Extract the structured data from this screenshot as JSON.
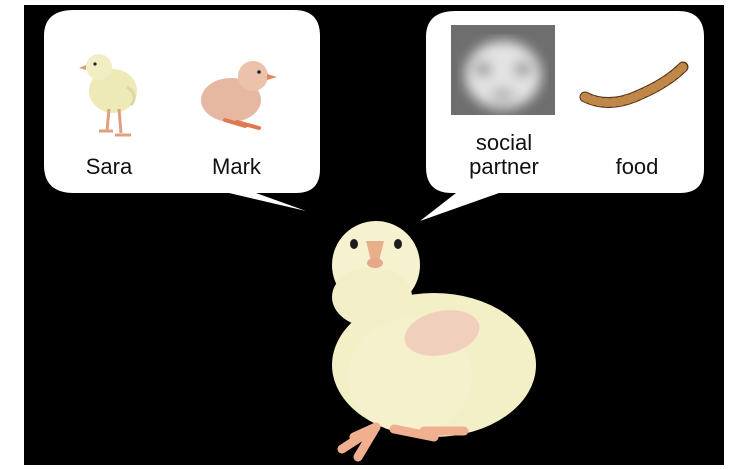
{
  "left_bubble": {
    "items": [
      {
        "label": "Sara",
        "icon": "yellow-chick-icon"
      },
      {
        "label": "Mark",
        "icon": "pink-chick-icon"
      }
    ]
  },
  "right_bubble": {
    "items": [
      {
        "label_line1": "social",
        "label_line2": "partner",
        "icon": "blurred-face-icon"
      },
      {
        "label": "food",
        "icon": "mealworm-icon"
      }
    ]
  },
  "main_subject": {
    "icon": "chick-icon"
  },
  "colors": {
    "background": "#000000",
    "bubble": "#ffffff",
    "chick_yellow": "#f4f0c8",
    "chick_pink": "#e8b8a0",
    "leg": "#f0b090"
  }
}
